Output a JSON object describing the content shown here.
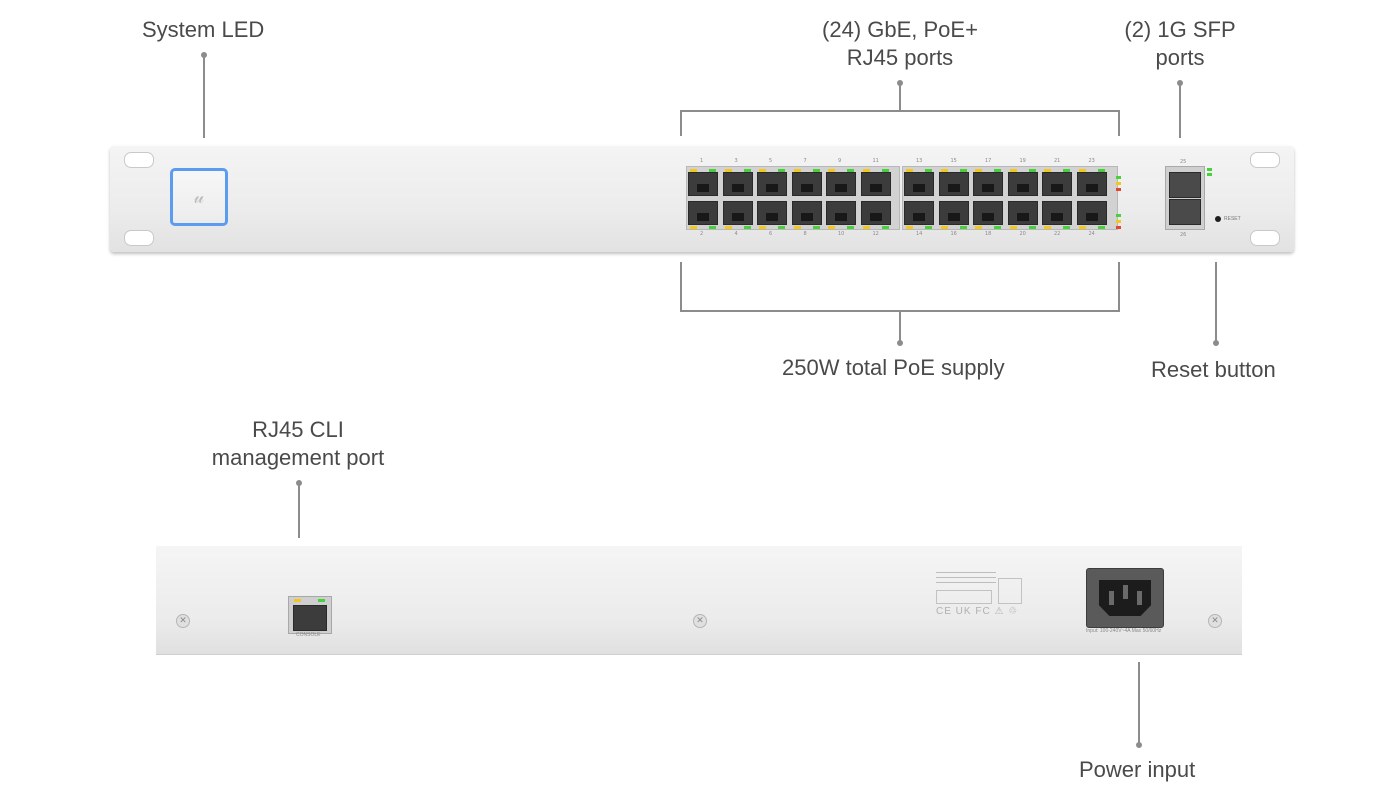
{
  "callouts": {
    "system_led": "System LED",
    "rj45_ports": [
      "(24) GbE, PoE+",
      "RJ45 ports"
    ],
    "sfp_ports": [
      "(2) 1G SFP",
      "ports"
    ],
    "poe_supply": "250W total PoE supply",
    "reset_button": "Reset button",
    "cli_port": [
      "RJ45 CLI",
      "management port"
    ],
    "power_input": "Power input"
  },
  "front_panel": {
    "port_numbers_top": [
      "1",
      "3",
      "5",
      "7",
      "9",
      "11",
      "13",
      "15",
      "17",
      "19",
      "21",
      "23"
    ],
    "port_numbers_bottom": [
      "2",
      "4",
      "6",
      "8",
      "10",
      "12",
      "14",
      "16",
      "18",
      "20",
      "22",
      "24"
    ],
    "sfp_numbers": [
      "25",
      "26"
    ],
    "reset_label": "RESET"
  },
  "back_panel": {
    "console_label": "CONSOLE",
    "power_caption": "Input: 100-240V~4A Max 50/60Hz",
    "cert_marks": "CE UK FC ⚠ ♲"
  },
  "colors": {
    "led_green": "#48d13c",
    "led_amber": "#f2c81c",
    "system_led_ring": "#5b9cf0",
    "callout_line": "#8c8c8c"
  }
}
